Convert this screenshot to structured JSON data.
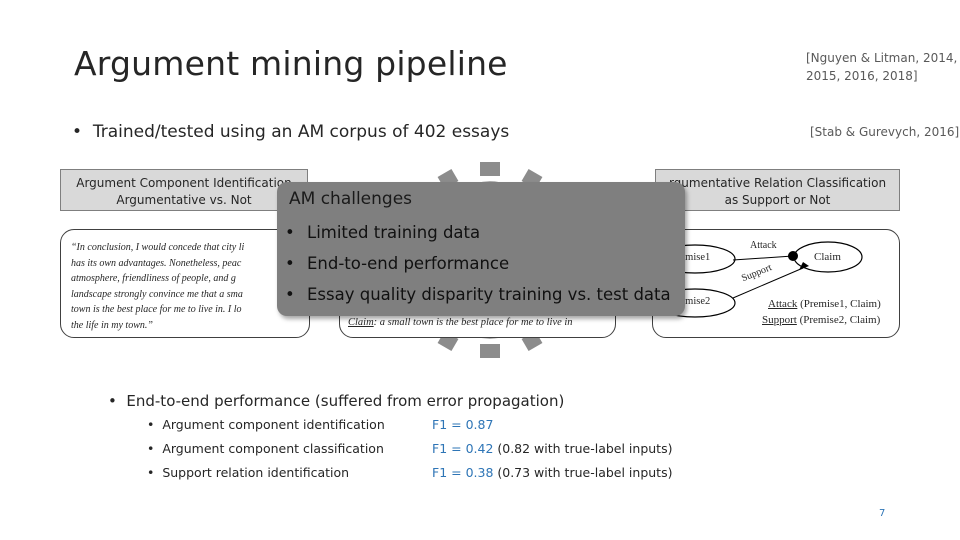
{
  "slide": {
    "title": "Argument mining pipeline",
    "citation_top": [
      "[Nguyen & Litman, 2014,",
      "2015, 2016, 2018]"
    ],
    "citation_second": "[Stab & Gurevych, 2016]",
    "bullet_main": "Trained/tested using an AM corpus of 402 essays",
    "page_number": "7"
  },
  "pipeline": {
    "box1": {
      "header": [
        "Argument Component Identification",
        "Argumentative vs. Not"
      ],
      "essay_lines": [
        "“In conclusion, I would concede that city li",
        "has its own advantages. Nonetheless, peac",
        "atmosphere, friendliness of people, and g",
        "landscape strongly convince me that a sma",
        "town is the best place for me to live in. I lo",
        "the life in my town.”"
      ]
    },
    "box2": {
      "claim_label": "Claim",
      "claim_text": ": a small town is the best place for me to live in"
    },
    "box3": {
      "header": [
        "rgumentative Relation Classification",
        "as Support or Not"
      ],
      "premise1": "remise1",
      "premise2": "remise2",
      "claim": "Claim",
      "attack_label": "Attack",
      "support_label": "Support",
      "rel1_label": "Attack",
      "rel1_args": " (Premise1, Claim)",
      "rel2_label": "Support",
      "rel2_args": " (Premise2, Claim)"
    }
  },
  "challenges": {
    "title": "AM challenges",
    "items": [
      "Limited training data",
      "End-to-end performance",
      "Essay quality disparity training vs. test data"
    ]
  },
  "performance": {
    "heading": "End-to-end performance (suffered from error propagation)",
    "rows": [
      {
        "task": "Argument component identification",
        "f1": "F1 = 0.87",
        "note": ""
      },
      {
        "task": "Argument component classification",
        "f1": "F1 = 0.42",
        "note": " (0.82 with true-label inputs)"
      },
      {
        "task": "Support relation identification",
        "f1": "F1 = 0.38",
        "note": " (0.73 with true-label inputs)"
      }
    ]
  },
  "colors": {
    "accent_blue": "#2e75b6",
    "header_gray": "#d9d9d9",
    "overlay_gray": "#7f7f7f",
    "gear": "#8c8c8c"
  },
  "icons": [
    "gear-icon"
  ]
}
